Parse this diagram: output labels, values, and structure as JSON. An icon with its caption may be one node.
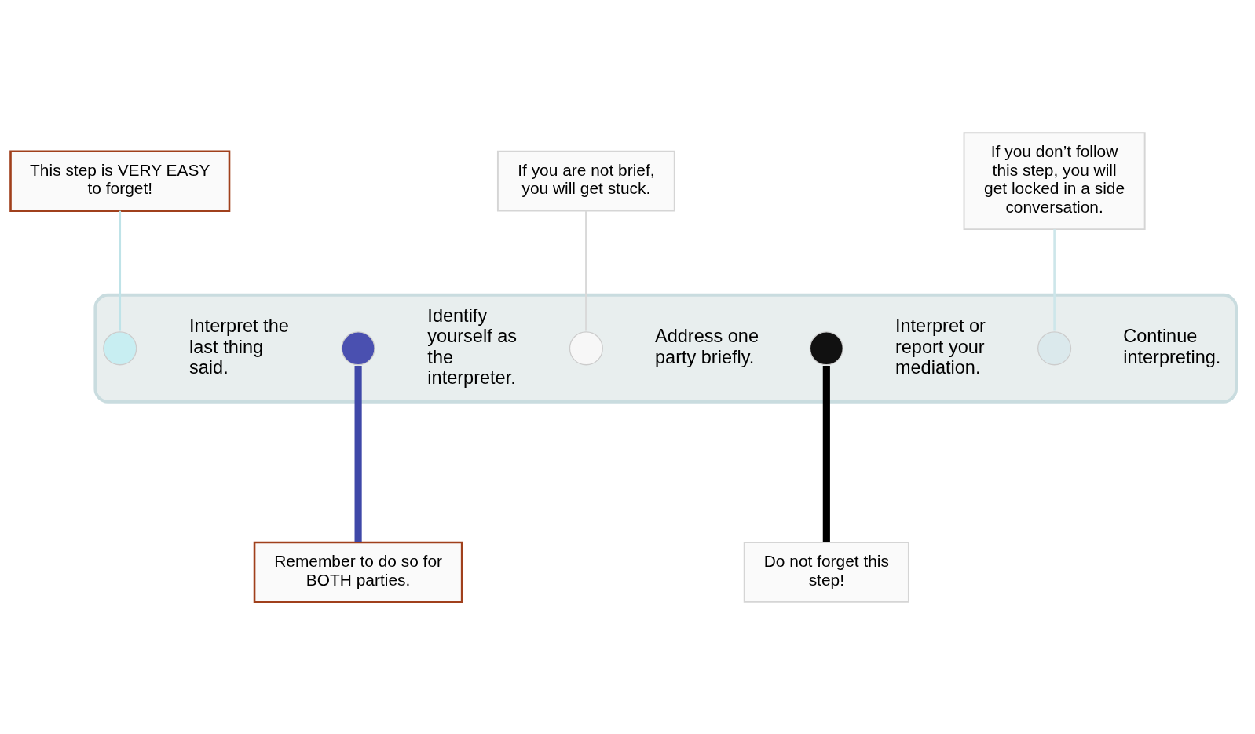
{
  "diagram": {
    "nodes": [
      {
        "text": [],
        "shape": "arrow"
      },
      {
        "text": [
          "This step is VERY EASY to forget!"
        ]
      },
      {
        "text": [
          "If you are not brief, you will get stuck."
        ]
      },
      {
        "text": [
          "If you don’t follow this step, you will get locked in a side conversation."
        ]
      },
      {
        "text": [],
        "shape": "circle",
        "in": 0,
        "beside": [
          "Interpret the last thing said."
        ]
      },
      {
        "text": [],
        "shape": "circle",
        "in": 0,
        "beside": [
          "Identify yourself as the interpreter."
        ]
      },
      {
        "text": [],
        "shape": "circle",
        "in": 0,
        "beside": [
          "Address one party briefly."
        ]
      },
      {
        "text": [],
        "shape": "circle",
        "in": 0,
        "beside": [
          "Interpret or report your mediation."
        ]
      },
      {
        "text": [],
        "shape": "circle",
        "in": 0,
        "beside": [
          "Continue interpreting."
        ]
      },
      {
        "text": [
          "Remember to do so for BOTH parties."
        ]
      },
      {
        "text": [
          "Do not forget this step!"
        ]
      }
    ],
    "edges": [
      {
        "from": 1,
        "to": 4,
        "arrow": "none",
        "color": "#bfe3e8"
      },
      {
        "from": 2,
        "to": 6,
        "arrow": "none",
        "color": "#d9d9d9"
      },
      {
        "from": 3,
        "to": 8,
        "arrow": "none",
        "color": "#cde6ea"
      },
      {
        "from": 5,
        "to": 9,
        "arrow": "none",
        "style": "thick",
        "color": "#3f48a8"
      },
      {
        "from": 7,
        "to": 10,
        "arrow": "none",
        "style": "thick",
        "color": "#000000"
      }
    ]
  }
}
